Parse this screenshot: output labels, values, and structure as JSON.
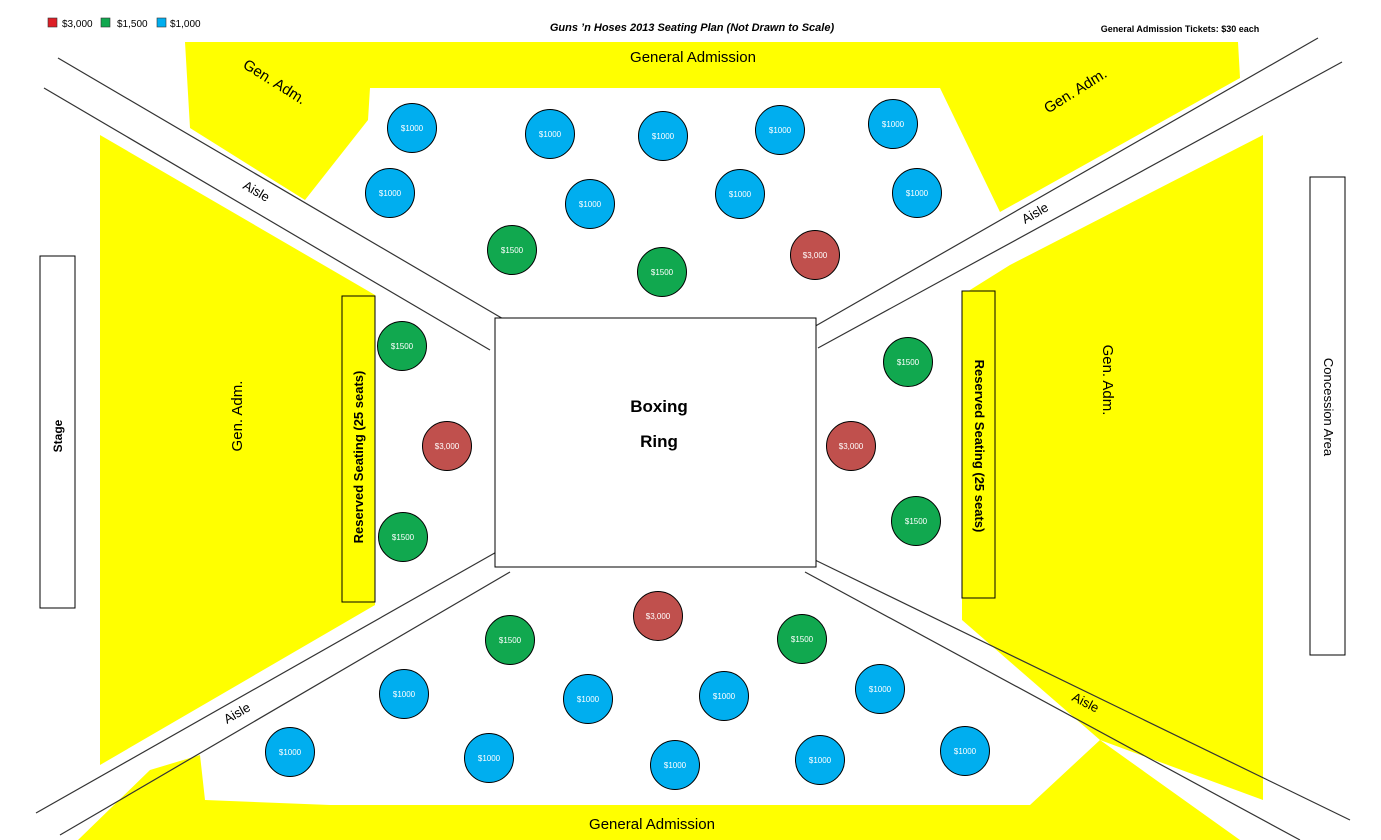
{
  "title": "Guns ’n Hoses 2013 Seating Plan (Not Drawn to Scale)",
  "ga_tickets": "General Admission Tickets:  $30 each",
  "legend": [
    {
      "label": "$3,000",
      "color": "#dd1f26"
    },
    {
      "label": "$1,500",
      "color": "#11a84f"
    },
    {
      "label": "$1,000",
      "color": "#00aeef"
    }
  ],
  "colors": {
    "general_admission": "#ffff00",
    "table_3000": "#c0504d",
    "table_1500": "#11a84f",
    "table_1000": "#00aeef",
    "reserved_box": "#ffff00",
    "aisle_line": "#333333"
  },
  "areas": {
    "ga_top": "General Admission",
    "ga_bottom": "General Admission",
    "ga_top_left": "Gen. Adm.",
    "ga_top_right": "Gen. Adm.",
    "ga_left": "Gen. Adm.",
    "ga_right": "Gen. Adm."
  },
  "stage": "Stage",
  "concession": "Concession Area",
  "reserved_left": "Reserved Seating (25 seats)",
  "reserved_right": "Reserved Seating (25 seats)",
  "ring_line1": "Boxing",
  "ring_line2": "Ring",
  "aisles": [
    "Aisle",
    "Aisle",
    "Aisle",
    "Aisle"
  ],
  "tables": [
    {
      "tier": "1000",
      "label": "$1000"
    },
    {
      "tier": "1000",
      "label": "$1000"
    },
    {
      "tier": "1000",
      "label": "$1000"
    },
    {
      "tier": "1000",
      "label": "$1000"
    },
    {
      "tier": "1000",
      "label": "$1000"
    },
    {
      "tier": "1000",
      "label": "$1000"
    },
    {
      "tier": "1000",
      "label": "$1000"
    },
    {
      "tier": "1000",
      "label": "$1000"
    },
    {
      "tier": "1000",
      "label": "$1000"
    },
    {
      "tier": "1500",
      "label": "$1500"
    },
    {
      "tier": "1500",
      "label": "$1500"
    },
    {
      "tier": "3000",
      "label": "$3,000"
    },
    {
      "tier": "1500",
      "label": "$1500"
    },
    {
      "tier": "3000",
      "label": "$3,000"
    },
    {
      "tier": "1500",
      "label": "$1500"
    },
    {
      "tier": "1500",
      "label": "$1500"
    },
    {
      "tier": "3000",
      "label": "$3,000"
    },
    {
      "tier": "1500",
      "label": "$1500"
    },
    {
      "tier": "3000",
      "label": "$3,000"
    },
    {
      "tier": "1500",
      "label": "$1500"
    },
    {
      "tier": "1500",
      "label": "$1500"
    },
    {
      "tier": "1000",
      "label": "$1000"
    },
    {
      "tier": "1000",
      "label": "$1000"
    },
    {
      "tier": "1000",
      "label": "$1000"
    },
    {
      "tier": "1000",
      "label": "$1000"
    },
    {
      "tier": "1000",
      "label": "$1000"
    },
    {
      "tier": "1000",
      "label": "$1000"
    },
    {
      "tier": "1000",
      "label": "$1000"
    },
    {
      "tier": "1000",
      "label": "$1000"
    },
    {
      "tier": "1000",
      "label": "$1000"
    }
  ]
}
